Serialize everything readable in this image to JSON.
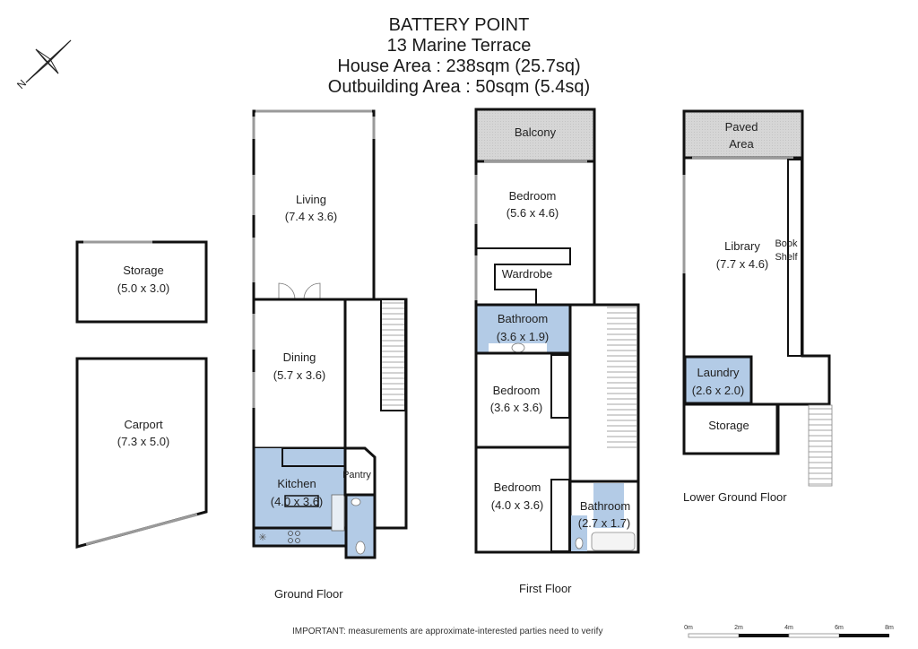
{
  "header": {
    "suburb": "BATTERY POINT",
    "address": "13 Marine Terrace",
    "house_area": "House Area : 238sqm (25.7sq)",
    "outbuilding_area": "Outbuilding Area : 50sqm (5.4sq)"
  },
  "compass": {
    "icon": "north-arrow-icon",
    "label": "N"
  },
  "outbuildings": {
    "storage": {
      "name": "Storage",
      "dims": "(5.0 x 3.0)"
    },
    "carport": {
      "name": "Carport",
      "dims": "(7.3 x 5.0)"
    }
  },
  "ground_floor": {
    "label": "Ground Floor",
    "rooms": {
      "living": {
        "name": "Living",
        "dims": "(7.4 x 3.6)"
      },
      "dining": {
        "name": "Dining",
        "dims": "(5.7 x 3.6)"
      },
      "kitchen": {
        "name": "Kitchen",
        "dims": "(4.0 x 3.6)"
      },
      "pantry": {
        "name": "Pantry"
      }
    }
  },
  "first_floor": {
    "label": "First Floor",
    "rooms": {
      "balcony": {
        "name": "Balcony"
      },
      "bedroom1": {
        "name": "Bedroom",
        "dims": "(5.6 x 4.6)"
      },
      "wardrobe": {
        "name": "Wardrobe"
      },
      "bathroom1": {
        "name": "Bathroom",
        "dims": "(3.6 x 1.9)"
      },
      "bedroom2": {
        "name": "Bedroom",
        "dims": "(3.6 x 3.6)"
      },
      "bedroom3": {
        "name": "Bedroom",
        "dims": "(4.0 x 3.6)"
      },
      "bathroom2": {
        "name": "Bathroom",
        "dims": "(2.7 x 1.7)"
      }
    }
  },
  "lower_ground_floor": {
    "label": "Lower Ground Floor",
    "rooms": {
      "paved": {
        "name_line1": "Paved",
        "name_line2": "Area"
      },
      "library": {
        "name": "Library",
        "dims": "(7.7 x 4.6)"
      },
      "bookshelf": {
        "name_line1": "Book",
        "name_line2": "Shelf"
      },
      "laundry": {
        "name": "Laundry",
        "dims": "(2.6 x 2.0)"
      },
      "storage": {
        "name": "Storage"
      }
    }
  },
  "footer": {
    "disclaimer": "IMPORTANT: measurements are approximate-interested parties need to verify",
    "scale_ticks": [
      "0m",
      "2m",
      "4m",
      "6m",
      "8m"
    ]
  },
  "colors": {
    "wet_area": "#b3cbe6",
    "outdoor": "#d4d4d4",
    "wall": "#111111",
    "window": "#9a9a9a"
  }
}
